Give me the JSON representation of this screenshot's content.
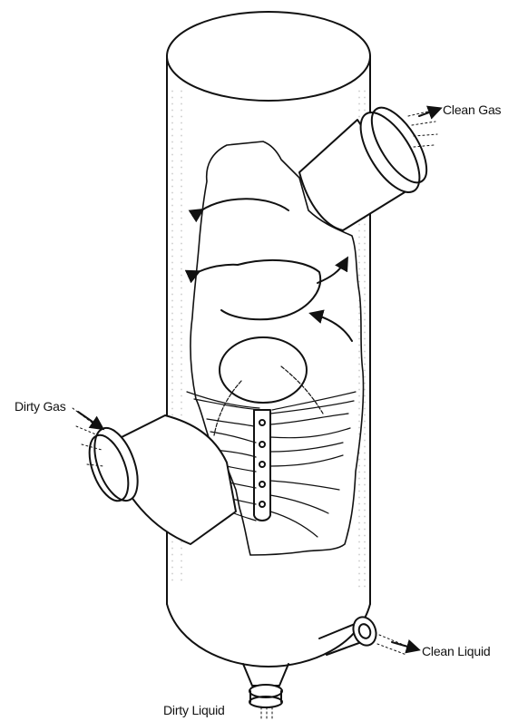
{
  "labels": {
    "clean_gas": "Clean Gas",
    "dirty_gas": "Dirty Gas",
    "clean_liquid": "Clean Liquid",
    "dirty_liquid": "Dirty Liquid"
  },
  "colors": {
    "ink": "#111111",
    "background": "#ffffff"
  }
}
